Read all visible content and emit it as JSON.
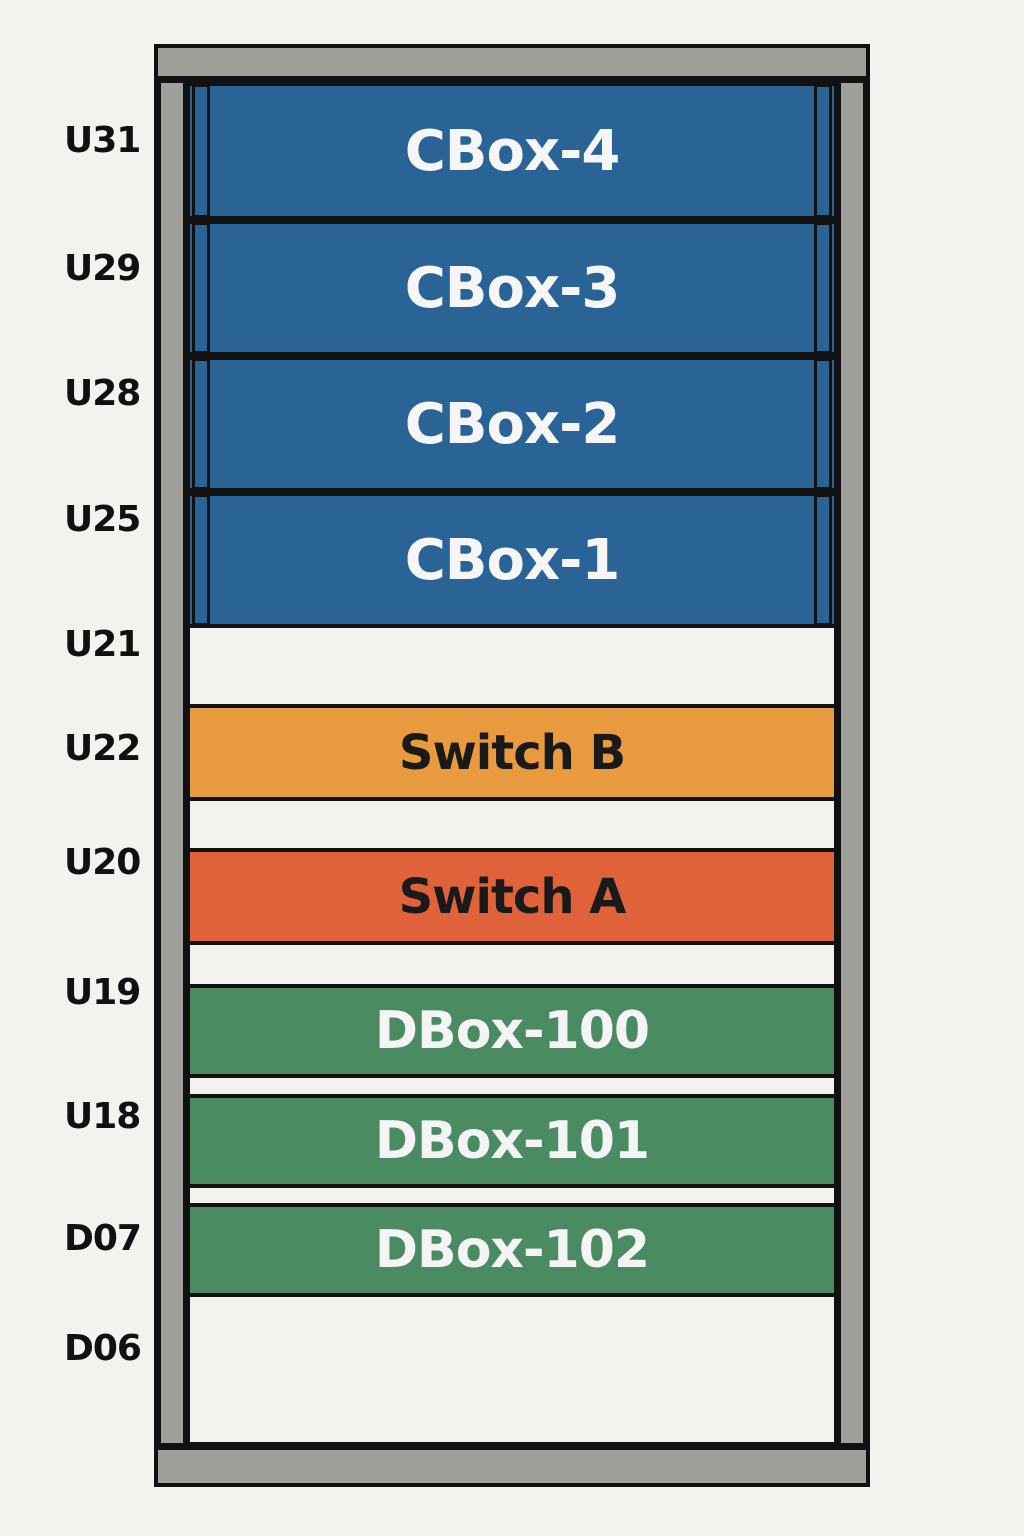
{
  "rack": {
    "u_labels": [
      "U31",
      "U29",
      "U28",
      "U25",
      "U21",
      "U22",
      "U20",
      "U19",
      "U18",
      "D07",
      "D06"
    ],
    "devices": [
      {
        "label": "CBox-4",
        "type": "cbox",
        "color": "#2a6396"
      },
      {
        "label": "CBox-3",
        "type": "cbox",
        "color": "#2a6396"
      },
      {
        "label": "CBox-2",
        "type": "cbox",
        "color": "#2a6396"
      },
      {
        "label": "CBox-1",
        "type": "cbox",
        "color": "#2a6396"
      },
      {
        "label": "Switch B",
        "type": "switch",
        "color": "#ea9a3e"
      },
      {
        "label": "Switch A",
        "type": "switch",
        "color": "#e0623a"
      },
      {
        "label": "DBox-100",
        "type": "dbox",
        "color": "#4b8b62"
      },
      {
        "label": "DBox-101",
        "type": "dbox",
        "color": "#4b8b62"
      },
      {
        "label": "DBox-102",
        "type": "dbox",
        "color": "#4b8b62"
      }
    ],
    "frame_color": "#9e9e9b"
  }
}
